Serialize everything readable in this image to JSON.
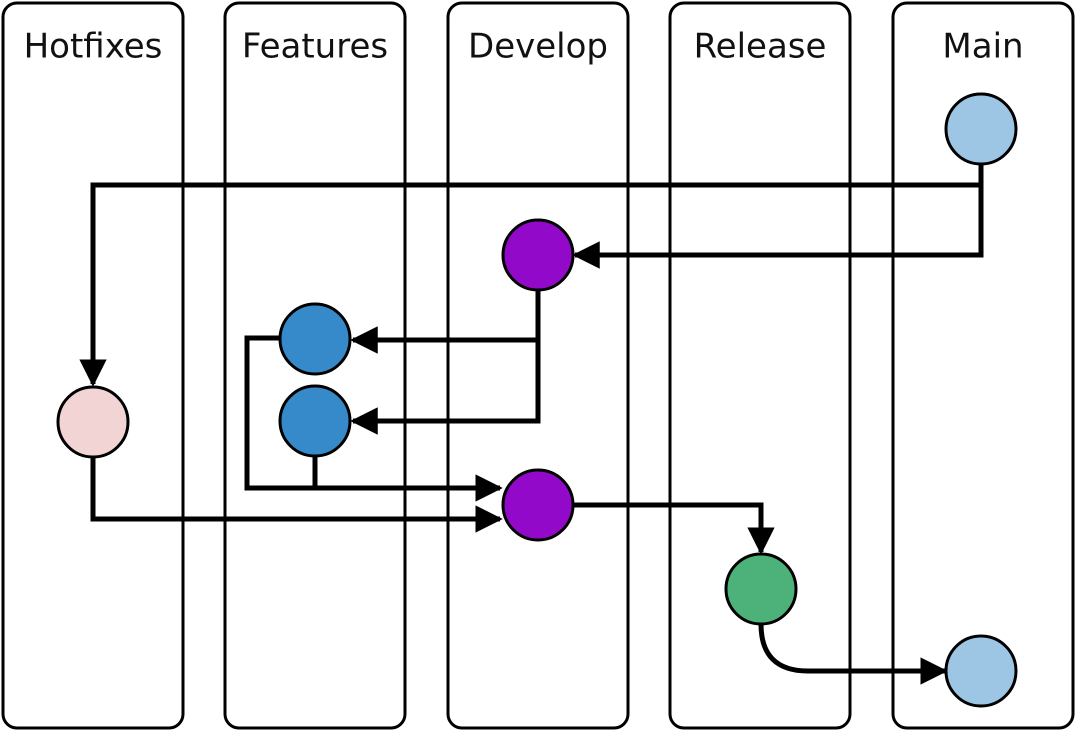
{
  "diagram": {
    "lanes": [
      {
        "key": "hotfixes",
        "label": "Hotfixes"
      },
      {
        "key": "features",
        "label": "Features"
      },
      {
        "key": "develop",
        "label": "Develop"
      },
      {
        "key": "release",
        "label": "Release"
      },
      {
        "key": "main",
        "label": "Main"
      }
    ],
    "commits": [
      {
        "id": "main-1",
        "lane": "main",
        "color": "#9dc6e4"
      },
      {
        "id": "develop-1",
        "lane": "develop",
        "color": "#9309c9"
      },
      {
        "id": "feature-1",
        "lane": "features",
        "color": "#368ac9"
      },
      {
        "id": "feature-2",
        "lane": "features",
        "color": "#368ac9"
      },
      {
        "id": "hotfix-1",
        "lane": "hotfixes",
        "color": "#f2d4d4"
      },
      {
        "id": "develop-2",
        "lane": "develop",
        "color": "#9309c9"
      },
      {
        "id": "release-1",
        "lane": "release",
        "color": "#4db279"
      },
      {
        "id": "main-2",
        "lane": "main",
        "color": "#9dc6e4"
      }
    ],
    "flows": [
      {
        "from": "main-1",
        "to": "hotfix-1"
      },
      {
        "from": "main-1",
        "to": "develop-1"
      },
      {
        "from": "develop-1",
        "to": "feature-1"
      },
      {
        "from": "develop-1",
        "to": "feature-2"
      },
      {
        "from": "feature-1",
        "to": "develop-2"
      },
      {
        "from": "feature-2",
        "to": "develop-2"
      },
      {
        "from": "hotfix-1",
        "to": "develop-2"
      },
      {
        "from": "develop-2",
        "to": "release-1"
      },
      {
        "from": "release-1",
        "to": "main-2"
      }
    ]
  }
}
